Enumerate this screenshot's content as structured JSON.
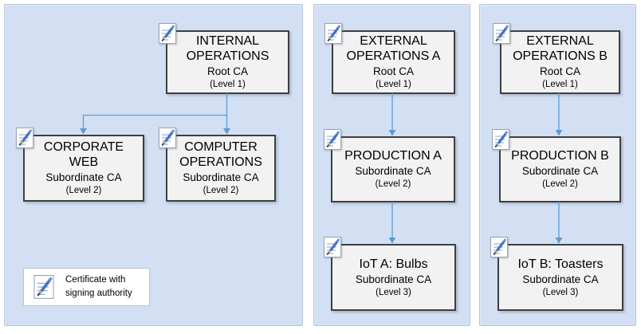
{
  "legend": {
    "icon": "certificate-signing-icon",
    "line1": "Certificate with",
    "line2": "signing authority"
  },
  "colors": {
    "panel_fill": "#d3e0f4",
    "panel_border": "#b9c4d6",
    "box_fill": "#f2f2f2",
    "box_border": "#3f3f3f",
    "arrow": "#5b9bd5",
    "pen_blue": "#4472c4"
  },
  "panels": [
    {
      "boxes": {
        "root": {
          "title": "INTERNAL OPERATIONS",
          "subtitle": "Root CA",
          "level": "(Level 1)"
        },
        "corporate": {
          "title": "CORPORATE WEB",
          "subtitle": "Subordinate CA",
          "level": "(Level 2)"
        },
        "computer": {
          "title": "COMPUTER OPERATIONS",
          "subtitle": "Subordinate CA",
          "level": "(Level 2)"
        }
      }
    },
    {
      "boxes": {
        "root": {
          "title": "EXTERNAL OPERATIONS A",
          "subtitle": "Root CA",
          "level": "(Level 1)"
        },
        "production": {
          "title": "PRODUCTION A",
          "subtitle": "Subordinate CA",
          "level": "(Level 2)"
        },
        "iot": {
          "title": "IoT A: Bulbs",
          "subtitle": "Subordinate CA",
          "level": "(Level 3)"
        }
      }
    },
    {
      "boxes": {
        "root": {
          "title": "EXTERNAL OPERATIONS B",
          "subtitle": "Root CA",
          "level": "(Level 1)"
        },
        "production": {
          "title": "PRODUCTION B",
          "subtitle": "Subordinate CA",
          "level": "(Level 2)"
        },
        "iot": {
          "title": "IoT B: Toasters",
          "subtitle": "Subordinate CA",
          "level": "(Level 3)"
        }
      }
    }
  ]
}
